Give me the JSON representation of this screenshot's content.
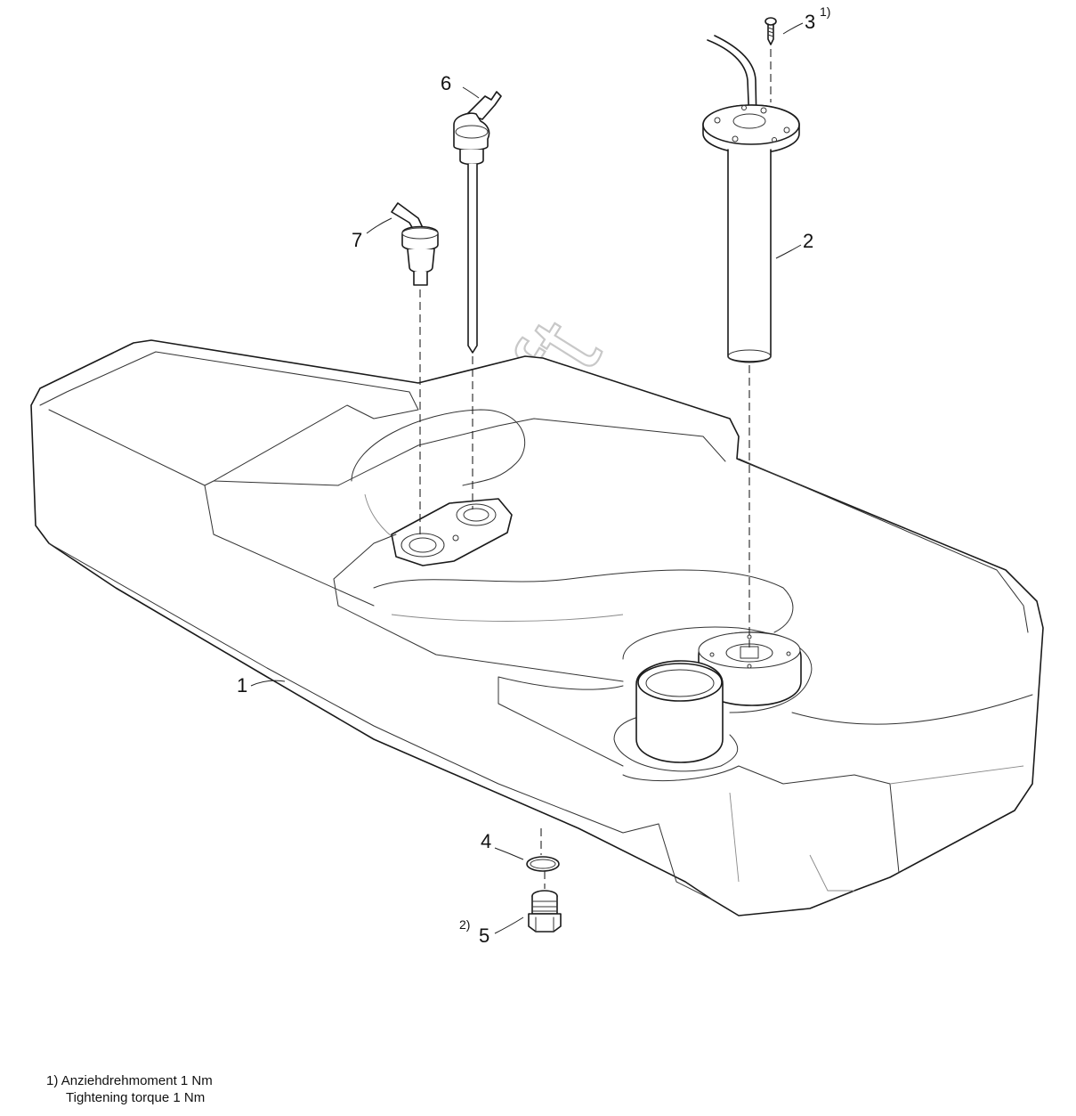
{
  "diagram": {
    "watermark": "AutoSoft",
    "parts": [
      {
        "number": "1",
        "superscript": ""
      },
      {
        "number": "2",
        "superscript": ""
      },
      {
        "number": "3",
        "superscript": "1)"
      },
      {
        "number": "4",
        "superscript": ""
      },
      {
        "number": "5",
        "superscript": "2)"
      },
      {
        "number": "6",
        "superscript": ""
      },
      {
        "number": "7",
        "superscript": ""
      }
    ]
  },
  "footnotes": {
    "marker": "1)",
    "line_de": "Anziehdrehmoment 1 Nm",
    "line_en": "Tightening torque 1 Nm"
  }
}
